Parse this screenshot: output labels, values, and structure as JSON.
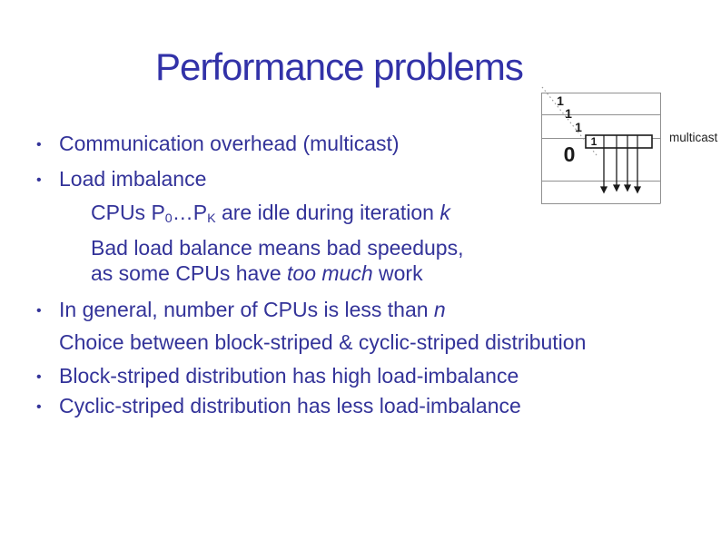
{
  "slide": {
    "title": "Performance problems",
    "bullet_char": "•",
    "lines": [
      {
        "kind": "bullet",
        "indent": "level-0",
        "segments": [
          {
            "text": "Communication overhead (multicast)"
          }
        ]
      },
      {
        "kind": "bullet",
        "indent": "level-0",
        "segments": [
          {
            "text": "Load imbalance"
          }
        ]
      },
      {
        "kind": "text",
        "indent": "level-1",
        "segments": [
          {
            "text": "CPUs P"
          },
          {
            "text": "0",
            "style": "sub"
          },
          {
            "text": "…"
          },
          {
            "text": "P"
          },
          {
            "text": "K",
            "style": "sub"
          },
          {
            "text": " are idle during iteration "
          },
          {
            "text": "k",
            "style": "italic"
          }
        ]
      },
      {
        "kind": "text",
        "indent": "level-1",
        "segments": [
          {
            "text": "Bad load balance means bad speedups,"
          }
        ]
      },
      {
        "kind": "text",
        "indent": "level-1",
        "segments": [
          {
            "text": "as some CPUs have "
          },
          {
            "text": "too much",
            "style": "italic"
          },
          {
            "text": " work"
          }
        ]
      },
      {
        "kind": "bullet",
        "indent": "level-0",
        "segments": [
          {
            "text": "In general, number of CPUs is less than "
          },
          {
            "text": "n",
            "style": "italic"
          }
        ]
      },
      {
        "kind": "text",
        "indent": "level-0t",
        "segments": [
          {
            "text": "Choice between block-striped & cyclic-striped distribution"
          }
        ]
      },
      {
        "kind": "bullet",
        "indent": "level-0",
        "segments": [
          {
            "text": "Block-striped distribution has high load-imbalance"
          }
        ]
      },
      {
        "kind": "bullet",
        "indent": "level-0",
        "segments": [
          {
            "text": "Cyclic-striped distribution has less load-imbalance"
          }
        ]
      }
    ]
  },
  "diagram": {
    "caption": "multicast",
    "diagonal_values": [
      "1",
      "1",
      "1"
    ],
    "pivot_cell_value": "1",
    "zero_label": "0"
  },
  "colors": {
    "title_blue": "#3232a8",
    "body_blue": "#333399",
    "grid_gray": "#909090",
    "diagram_black": "#1a1a1a"
  }
}
